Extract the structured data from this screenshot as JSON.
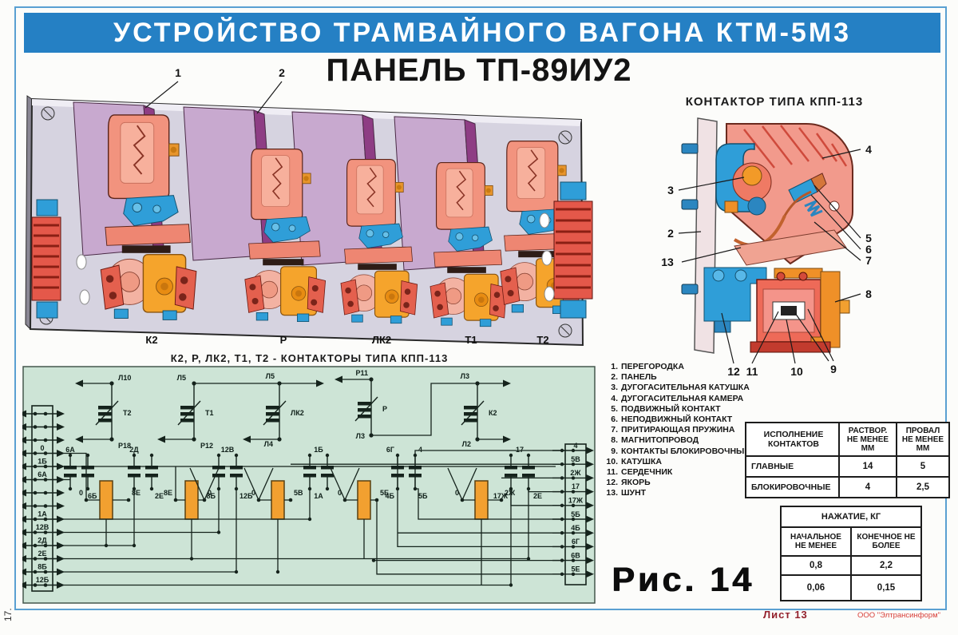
{
  "page": {
    "side_number": "17.",
    "figure_caption": "Рис. 14",
    "footer": {
      "sheet": "Лист 13",
      "publisher": "ООО \"Элтрансинформ\""
    }
  },
  "header": {
    "title": "УСТРОЙСТВО ТРАМВАЙНОГО ВАГОНА КТМ-5М3",
    "subtitle": "ПАНЕЛЬ ТП-89ИУ2"
  },
  "palette": {
    "banner_blue": "#2580c4",
    "frame_blue": "#5aa0d2",
    "schematic_mint": "#cde4d6",
    "salmon": "#f2937e",
    "coil_orange": "#f5a42c",
    "plate_lilac": "#c8a9cf",
    "plate_edge": "#8e3d84",
    "part_blue": "#2f9ed8",
    "terminal_red": "#e4584a",
    "sheet_red": "#93202c",
    "publisher_red": "#d8403a"
  },
  "panel_illustration": {
    "callouts": [
      "1",
      "2"
    ],
    "contactor_labels": [
      "К2",
      "Р",
      "ЛК2",
      "Т1",
      "Т2"
    ],
    "caption": "К2, Р, ЛК2, Т1, Т2 - КОНТАКТОРЫ ТИПА КПП-113"
  },
  "contactor_detail": {
    "title": "КОНТАКТОР ТИПА КПП-113",
    "callouts": [
      "2",
      "3",
      "4",
      "5",
      "6",
      "7",
      "8",
      "9",
      "10",
      "11",
      "12",
      "13"
    ]
  },
  "parts_list": [
    {
      "n": "1.",
      "t": "ПЕРЕГОРОДКА"
    },
    {
      "n": "2.",
      "t": "ПАНЕЛЬ"
    },
    {
      "n": "3.",
      "t": "ДУГОГАСИТЕЛЬНАЯ КАТУШКА"
    },
    {
      "n": "4.",
      "t": "ДУГОГАСИТЕЛЬНАЯ КАМЕРА"
    },
    {
      "n": "5.",
      "t": "ПОДВИЖНЫЙ КОНТАКТ"
    },
    {
      "n": "6.",
      "t": "НЕПОДВИЖНЫЙ КОНТАКТ"
    },
    {
      "n": "7.",
      "t": "ПРИТИРАЮЩАЯ ПРУЖИНА"
    },
    {
      "n": "8.",
      "t": "МАГНИТОПРОВОД"
    },
    {
      "n": "9.",
      "t": "КОНТАКТЫ БЛОКИРОВОЧНЫЕ"
    },
    {
      "n": "10.",
      "t": "КАТУШКА"
    },
    {
      "n": "11.",
      "t": "СЕРДЕЧНИК"
    },
    {
      "n": "12.",
      "t": "ЯКОРЬ"
    },
    {
      "n": "13.",
      "t": "ШУНТ"
    }
  ],
  "table_contacts": {
    "headers": [
      "ИСПОЛНЕНИЕ КОНТАКТОВ",
      "РАСТВОР. НЕ МЕНЕЕ ММ",
      "ПРОВАЛ НЕ МЕНЕЕ ММ"
    ],
    "rows": [
      [
        "ГЛАВНЫЕ",
        "14",
        "5"
      ],
      [
        "БЛОКИРОВОЧНЫЕ",
        "4",
        "2,5"
      ]
    ]
  },
  "table_pressure": {
    "title": "НАЖАТИЕ, КГ",
    "headers": [
      "НАЧАЛЬНОЕ НЕ МЕНЕЕ",
      "КОНЕЧНОЕ НЕ БОЛЕЕ"
    ],
    "rows": [
      [
        "0,8",
        "2,2"
      ],
      [
        "0,06",
        "0,15"
      ]
    ]
  },
  "schematic": {
    "relays": [
      {
        "name": "Т2",
        "top": "Л10",
        "bottom": "Р18"
      },
      {
        "name": "Т1",
        "top": "Л5",
        "bottom": "Р12"
      },
      {
        "name": "ЛК2",
        "top": "Л5",
        "bottom": "Л4"
      },
      {
        "name": "Р",
        "top": "Р11",
        "bottom": "Л3"
      },
      {
        "name": "К2",
        "top": "Л3",
        "bottom": "Л2"
      }
    ],
    "left_terminals": [
      "0",
      "1Б",
      "6А",
      "1А",
      "12В",
      "2Д",
      "2Е",
      "8Б",
      "12Б"
    ],
    "right_terminals": [
      "4",
      "5В",
      "2Ж",
      "17",
      "17Ж",
      "5Б",
      "4Б",
      "6Г",
      "6В",
      "5Е"
    ],
    "coil_nodes": [
      [
        "0",
        "8Е"
      ],
      [
        "8Е",
        "0"
      ],
      [
        "0",
        "5В"
      ],
      [
        "0",
        "5Е"
      ],
      [
        "0",
        "2Ж"
      ]
    ],
    "contact_labels": [
      "6А",
      "6Б",
      "2Д",
      "2Е",
      "12В",
      "8Б",
      "12Б",
      "1Б",
      "1А",
      "6Г",
      "4",
      "4Б",
      "5Б",
      "17",
      "17Ж",
      "2Е"
    ]
  }
}
